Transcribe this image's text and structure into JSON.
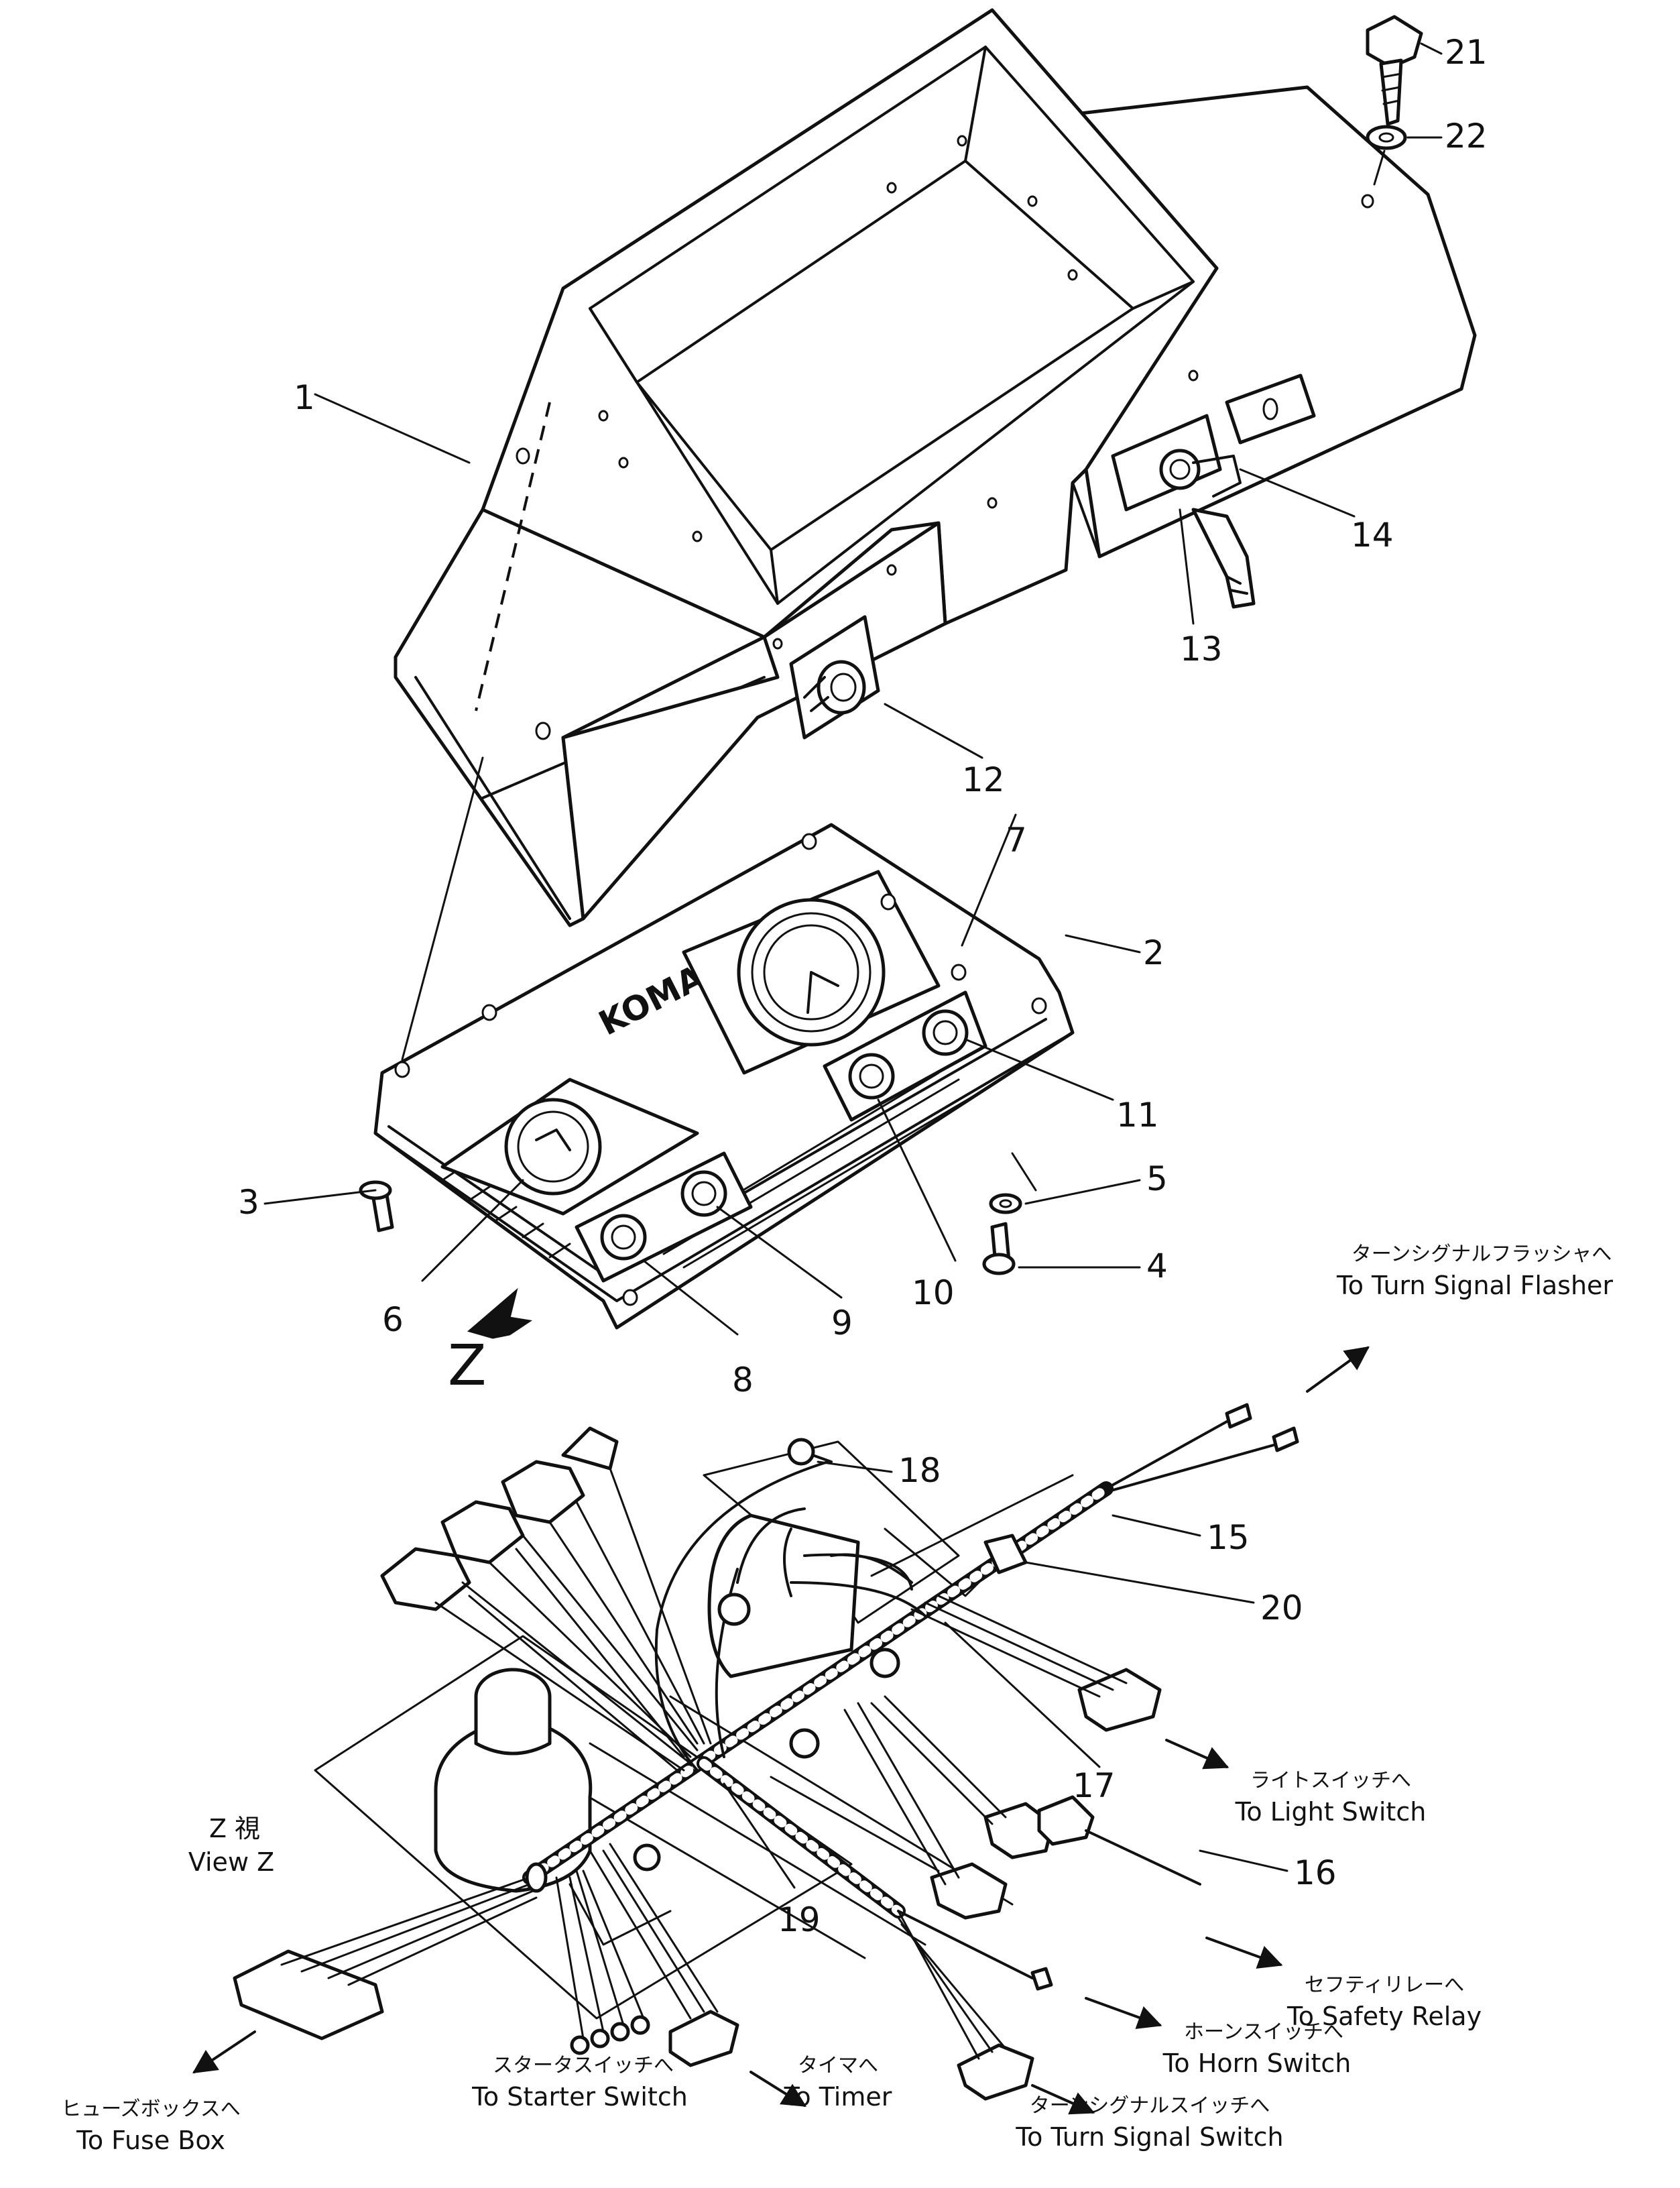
{
  "brand": "KOMATSU",
  "view_arrow_label": "Z",
  "view_caption": {
    "jp": "Z 視",
    "en": "View Z"
  },
  "callouts": [
    "1",
    "2",
    "3",
    "4",
    "5",
    "6",
    "7",
    "8",
    "9",
    "10",
    "11",
    "12",
    "13",
    "14",
    "15",
    "16",
    "17",
    "18",
    "19",
    "20",
    "21",
    "22"
  ],
  "destinations": {
    "turn_signal_flasher": {
      "jp": "ターンシグナルフラッシャへ",
      "en": "To Turn Signal Flasher"
    },
    "light_switch": {
      "jp": "ライトスイッチへ",
      "en": "To Light Switch"
    },
    "safety_relay": {
      "jp": "セフティリレーへ",
      "en": "To Safety Relay"
    },
    "horn_switch": {
      "jp": "ホーンスイッチへ",
      "en": "To Horn Switch"
    },
    "turn_signal_switch": {
      "jp": "ターンシグナルスイッチへ",
      "en": "To Turn Signal Switch"
    },
    "timer": {
      "jp": "タイマへ",
      "en": "To Timer"
    },
    "starter_switch": {
      "jp": "スタータスイッチへ",
      "en": "To Starter Switch"
    },
    "fuse_box": {
      "jp": "ヒューズボックスへ",
      "en": "To Fuse Box"
    }
  }
}
